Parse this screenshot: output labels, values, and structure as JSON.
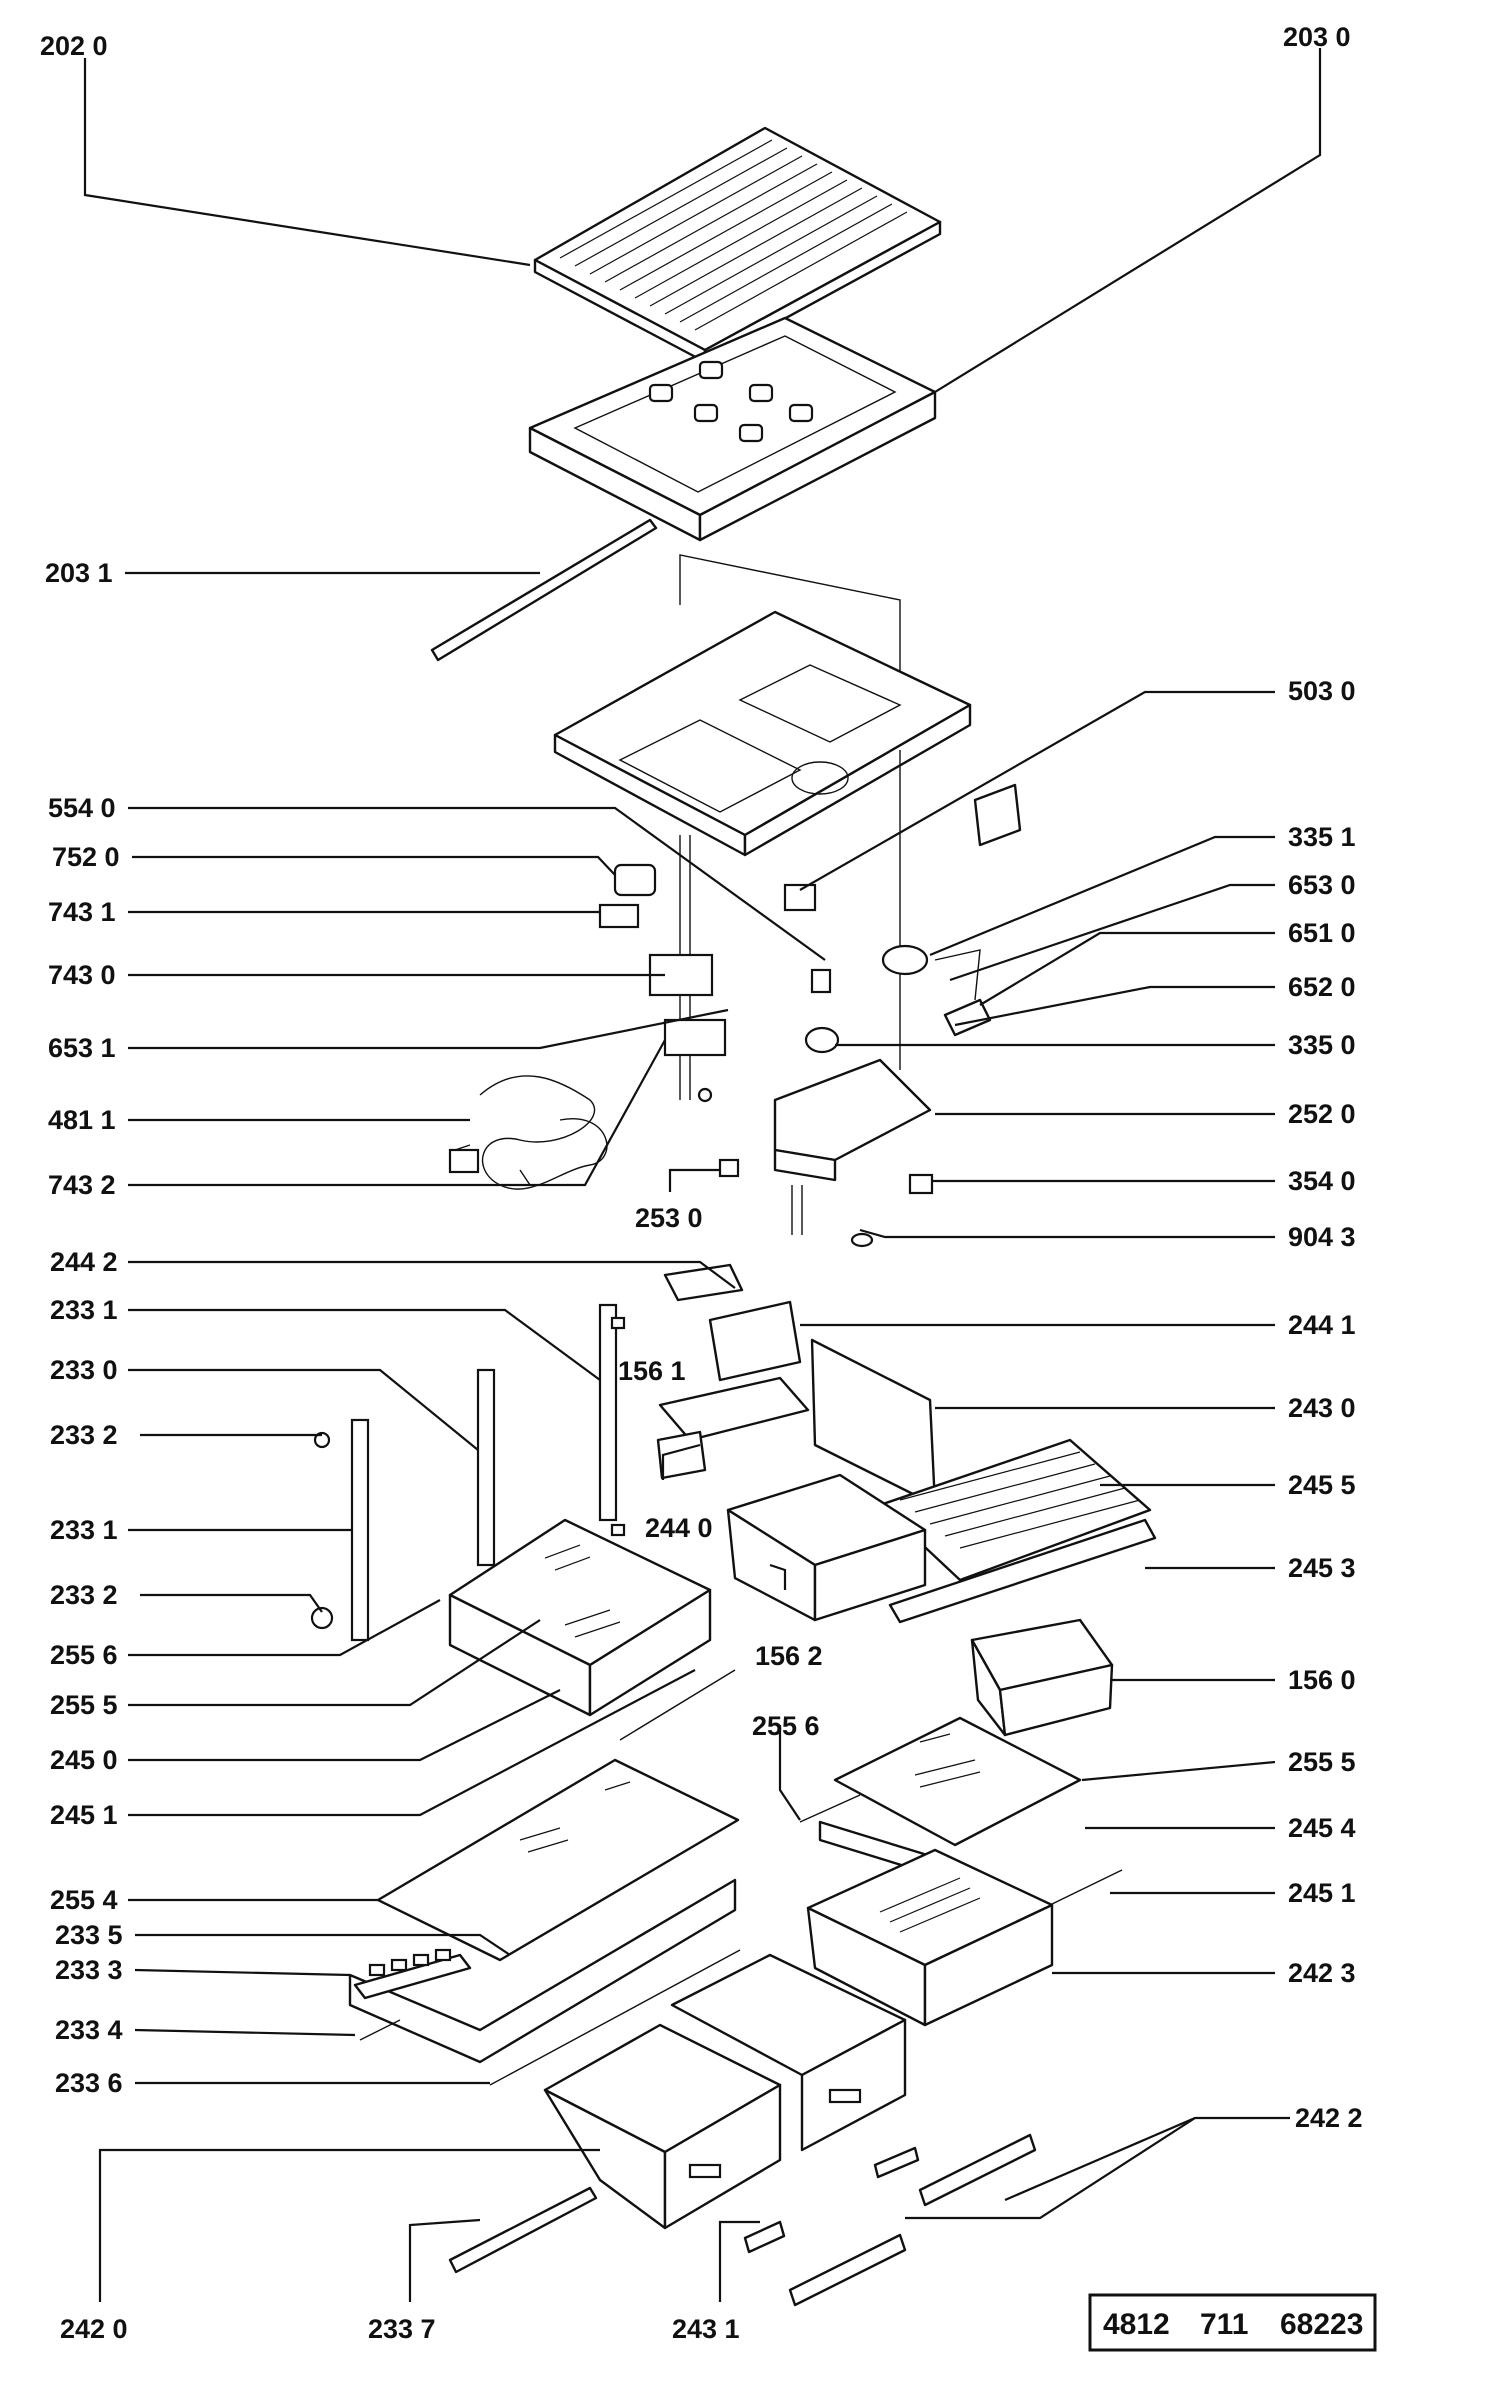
{
  "labels": {
    "l2020": "202 0",
    "l2030": "203 0",
    "l2031": "203 1",
    "l5030": "503 0",
    "l5540": "554 0",
    "l7520": "752 0",
    "l3351": "335 1",
    "l6530": "653 0",
    "l7431": "743 1",
    "l6510": "651 0",
    "l7430": "743 0",
    "l6520": "652 0",
    "l6531": "653 1",
    "l3350": "335 0",
    "l4811": "481 1",
    "l2520": "252 0",
    "l7432": "743 2",
    "l3540": "354 0",
    "l2530": "253 0",
    "l9043": "904 3",
    "l2442": "244 2",
    "l2331a": "233 1",
    "l2441": "244 1",
    "l2330": "233 0",
    "l1561": "156 1",
    "l2430": "243 0",
    "l2332a": "233 2",
    "l2455": "245 5",
    "l2331b": "233 1",
    "l2440": "244 0",
    "l2453": "245 3",
    "l2332b": "233 2",
    "l2556a": "255 6",
    "l1562": "156 2",
    "l1560": "156 0",
    "l2555a": "255 5",
    "l2556b": "255 6",
    "l2450": "245 0",
    "l2555b": "255 5",
    "l2451a": "245 1",
    "l2454": "245 4",
    "l2554": "255 4",
    "l2451b": "245 1",
    "l2335": "233 5",
    "l2333": "233 3",
    "l2423": "242 3",
    "l2334": "233 4",
    "l2336": "233 6",
    "l2422": "242 2",
    "l2420": "242 0",
    "l2337": "233 7",
    "l2431": "243 1"
  },
  "code_box": {
    "part1": "4812",
    "part2": "711",
    "part3": "68223"
  }
}
